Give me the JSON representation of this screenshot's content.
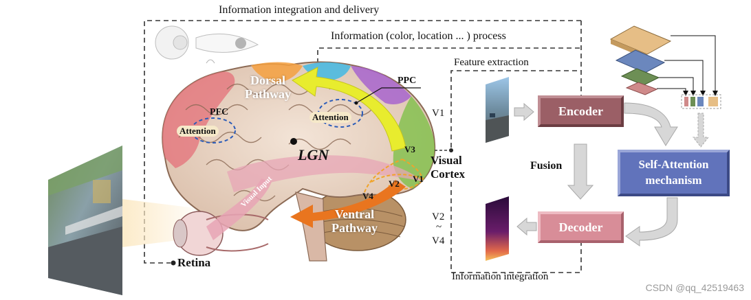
{
  "titles": {
    "integration_delivery": "Information integration and delivery",
    "info_process": "Information (color, location ... ) process",
    "feature_extraction": "Feature extraction",
    "info_integration": "Information integration"
  },
  "brain": {
    "dorsal_line1": "Dorsal",
    "dorsal_line2": "Pathway",
    "ventral_line1": "Ventral",
    "ventral_line2": "Pathway",
    "pfc": "PFC",
    "ppc": "PPC",
    "attention_left": "Attention",
    "attention_right": "Attention",
    "lgn": "LGN",
    "v1": "V1",
    "v2": "V2",
    "v3": "V3",
    "v4": "V4",
    "visual_input": "Visual Input",
    "visual_cortex_line1": "Visual",
    "visual_cortex_line2": "Cortex",
    "retina": "Retina"
  },
  "side_labels": {
    "v1": "V1",
    "v2": "V2",
    "tilde": "~",
    "v4": "V4"
  },
  "network": {
    "encoder": "Encoder",
    "decoder": "Decoder",
    "fusion": "Fusion",
    "self_attention_line1": "Self-Attention",
    "self_attention_line2": "mechanism"
  },
  "colors": {
    "encoder": "#9b5f66",
    "decoder": "#d88d98",
    "self_attention": "#6173bb",
    "dorsal_arrow": "#e8ec2e",
    "ventral_arrow": "#e9751f"
  },
  "watermark": "CSDN @qq_42519463"
}
